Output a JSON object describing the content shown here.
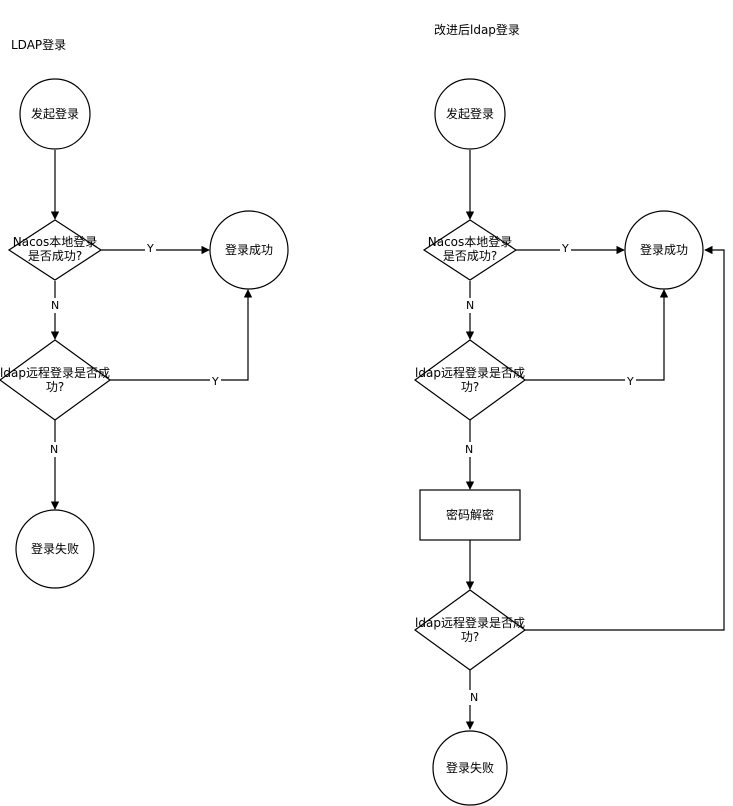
{
  "left": {
    "title": "LDAP登录",
    "start": "发起登录",
    "local_check": [
      "Nacos本地登录",
      "是否成功?"
    ],
    "ldap_check": [
      "ldap远程登录是否成",
      "功?"
    ],
    "success": "登录成功",
    "fail": "登录失败",
    "yes_label": "Y",
    "no_label": "N"
  },
  "right": {
    "title": "改进后ldap登录",
    "start": "发起登录",
    "local_check": [
      "Nacos本地登录",
      "是否成功?"
    ],
    "ldap_check": [
      "ldap远程登录是否成",
      "功?"
    ],
    "decrypt": "密码解密",
    "ldap_check2": [
      "ldap远程登录是否成",
      "功?"
    ],
    "success": "登录成功",
    "fail": "登录失败",
    "yes_label": "Y",
    "no_label": "N"
  }
}
